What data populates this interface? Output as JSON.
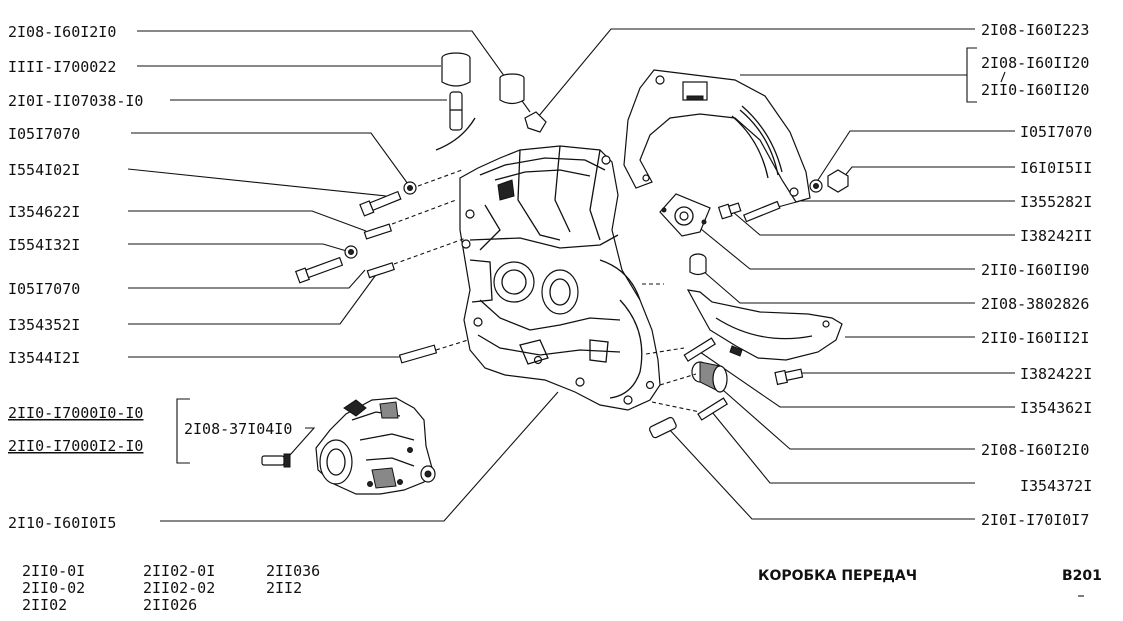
{
  "labels_left": [
    "2I08-I60I2I0",
    "IIII-I700022",
    "2I0I-II07038-I0",
    "I05I7070",
    "I554I02I",
    "I354622I",
    "I554I32I",
    "I05I7070",
    "I354352I",
    "I3544I2I",
    "2I10-I60I0I5"
  ],
  "labels_right": [
    "2I08-I60I223",
    "2I08-I60II20",
    "2II0-I60II20",
    "I05I7070",
    "I6I0I5II",
    "I355282I",
    "I38242II",
    "2II0-I60II90",
    "2I08-3802826",
    "2II0-I60II2I",
    "I382422I",
    "I354362I",
    "2I08-I60I2I0",
    "I354372I",
    "2I0I-I70I0I7"
  ],
  "assembly": {
    "codes": [
      "2II0-I7000I0-I0",
      "2II0-I7000I2-I0"
    ],
    "sensor": "2I08-37I04I0"
  },
  "footer": {
    "models_col1": [
      "2II0-0I",
      "2II0-02",
      "2II02"
    ],
    "models_col2": [
      "2II02-0I",
      "2II02-02",
      "2II026"
    ],
    "models_col3": [
      "2II036",
      "2II2"
    ],
    "title": "КОРОБКА ПЕРЕДАЧ",
    "page": "B201"
  }
}
